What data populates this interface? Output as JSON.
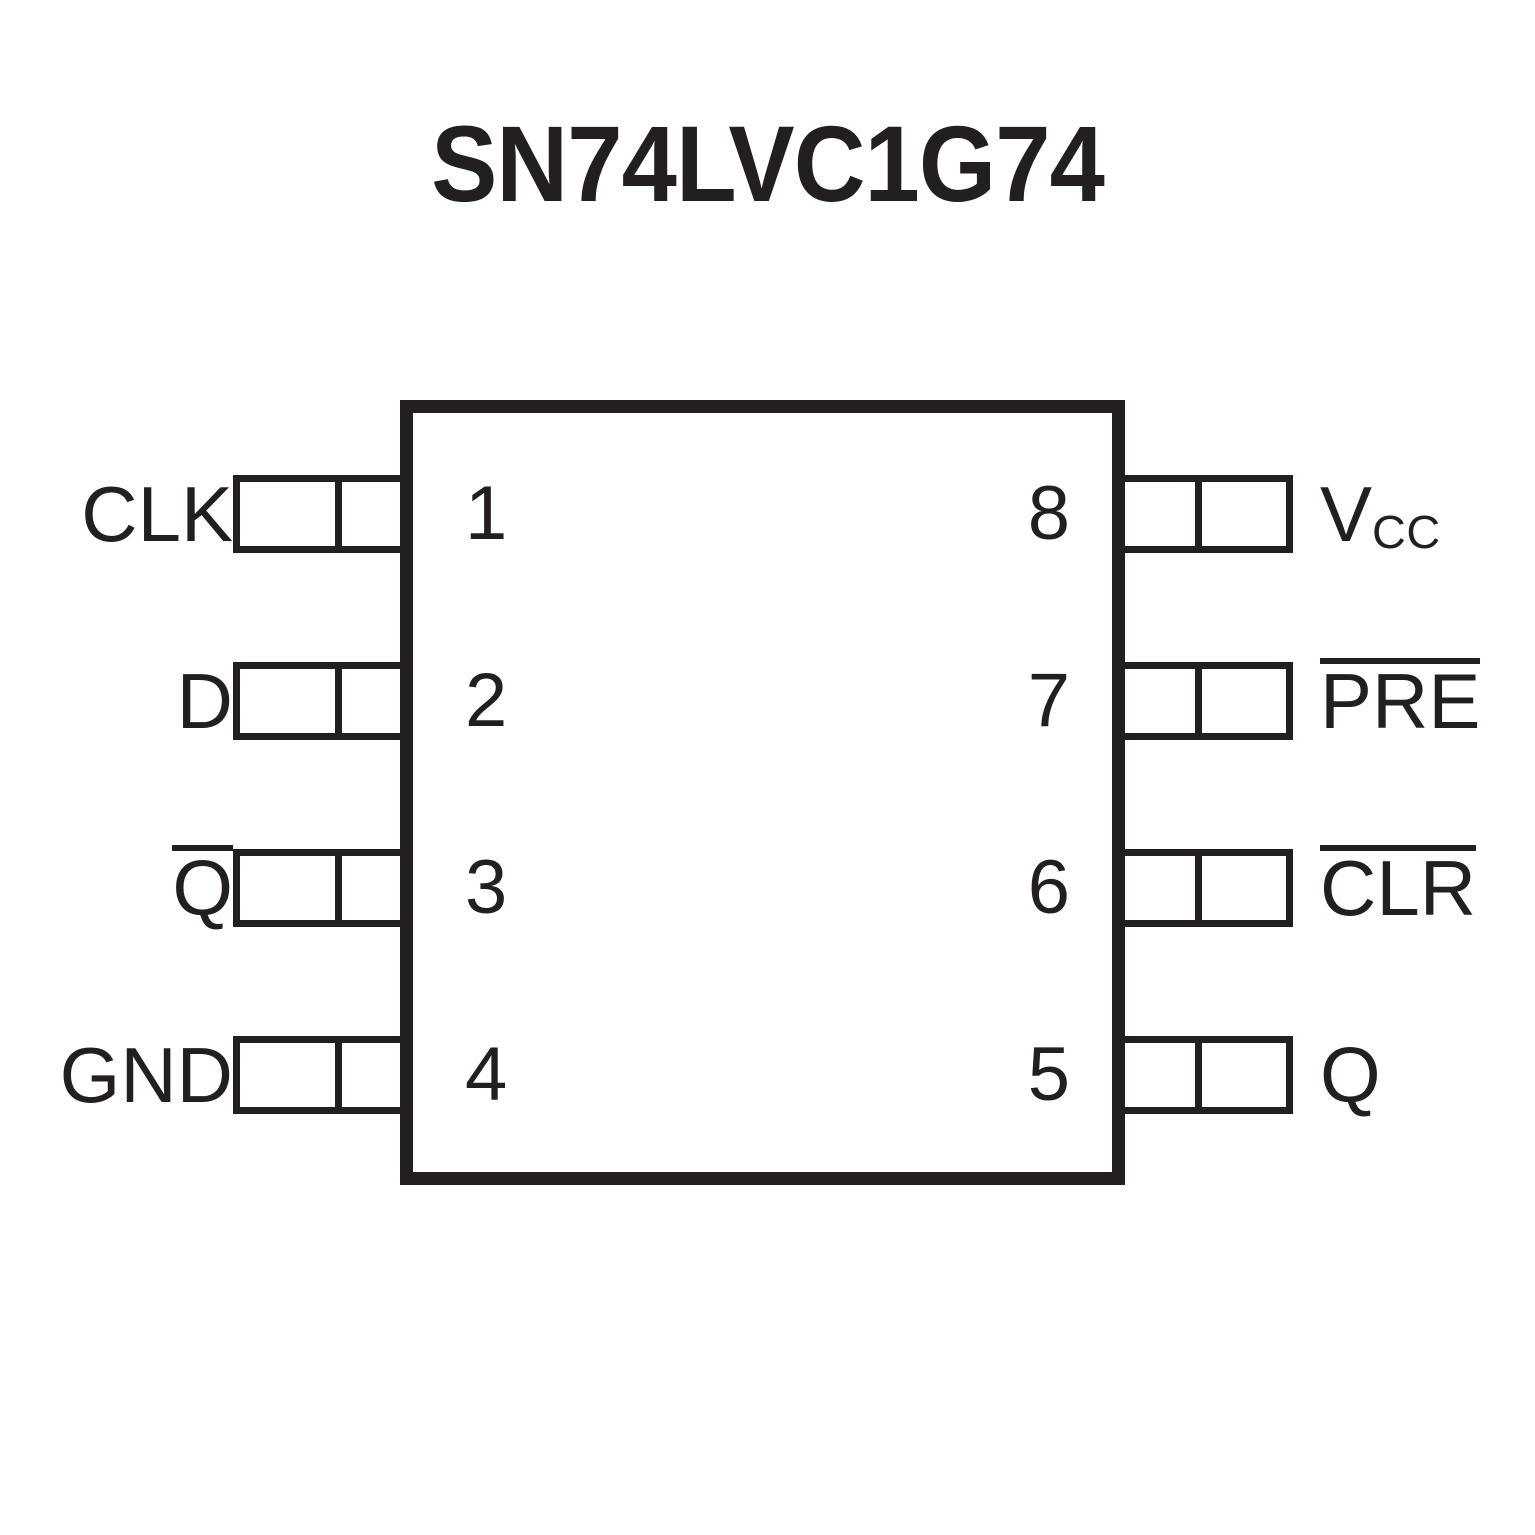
{
  "title": "SN74LVC1G74",
  "colors": {
    "ink": "#231f20",
    "background": "#ffffff"
  },
  "package": {
    "pin_count": 8,
    "body_shape": "rectangle"
  },
  "pins": {
    "left": [
      {
        "number": "1",
        "label": "CLK",
        "overline": false
      },
      {
        "number": "2",
        "label": "D",
        "overline": false
      },
      {
        "number": "3",
        "label": "Q",
        "overline": true
      },
      {
        "number": "4",
        "label": "GND",
        "overline": false
      }
    ],
    "right": [
      {
        "number": "8",
        "label": "V",
        "subscript": "CC",
        "overline": false
      },
      {
        "number": "7",
        "label": "PRE",
        "overline": true
      },
      {
        "number": "6",
        "label": "CLR",
        "overline": true
      },
      {
        "number": "5",
        "label": "Q",
        "overline": false
      }
    ]
  }
}
